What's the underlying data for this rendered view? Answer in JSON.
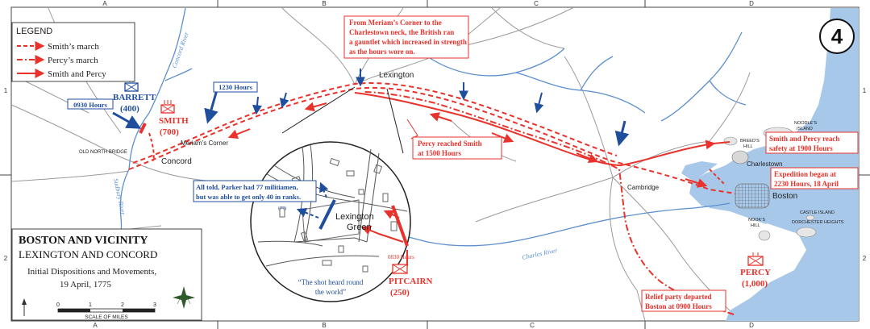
{
  "grid": {
    "columns": [
      "A",
      "B",
      "C",
      "D"
    ],
    "rows": [
      "1",
      "2"
    ]
  },
  "map_number": "4",
  "legend": {
    "title": "LEGEND",
    "items": [
      {
        "label": "Smith’s march",
        "style": "dashed"
      },
      {
        "label": "Percy’s march",
        "style": "dash-dot"
      },
      {
        "label": "Smith and Percy",
        "style": "solid"
      }
    ]
  },
  "title_box": {
    "title": "BOSTON AND VICINITY",
    "subtitle": "LEXINGTON AND CONCORD",
    "line1": "Initial Dispositions and Movements,",
    "line2": "19 April, 1775"
  },
  "scale": {
    "ticks": [
      "0",
      "1",
      "2",
      "3"
    ],
    "label": "SCALE OF MILES"
  },
  "places": {
    "lexington": "Lexington",
    "concord": "Concord",
    "meriams_corner": "Meriam’s Corner",
    "old_north_bridge": "OLD NORTH BRIDGE",
    "cambridge": "Cambridge",
    "charlestown": "Charlestown",
    "boston": "Boston",
    "breeds_hill_1": "BREED’S",
    "breeds_hill_2": "HILL",
    "noodles_island_1": "NOODLE’S",
    "noodles_island_2": "ISLAND",
    "castle_island": "CASTLE ISLAND",
    "dorchester_heights": "DORCHESTER HEIGHTS",
    "nooks_hill_1": "NOOK’S",
    "nooks_hill_2": "HILL",
    "lexington_green_1": "Lexington",
    "lexington_green_2": "Green"
  },
  "rivers": {
    "concord": "Concord   River",
    "sudbury": "Sudbury   River",
    "charles": "Charles   River"
  },
  "units": {
    "barrett_name": "BARRETT",
    "barrett_size": "(400)",
    "smith_name": "SMITH",
    "smith_size": "(700)",
    "parker_name": "PARKER",
    "parker_size": "(77)",
    "pitcairn_name": "PITCAIRN",
    "pitcairn_size": "(250)",
    "percy_name": "PERCY",
    "percy_size": "(1,000)"
  },
  "notes": {
    "gauntlet": [
      "From Meriam’s Corner to the",
      "Charlestown neck, the British ran",
      "a gauntlet which increased in strength",
      "as the hours wore on."
    ],
    "percy_reached": [
      "Percy reached Smith",
      "at 1500 Hours"
    ],
    "safety": [
      "Smith and Percy reach",
      "safety at 1900 Hours"
    ],
    "expedition": [
      "Expedition began at",
      "2230 Hours, 18 April"
    ],
    "relief": [
      "Relief party departed",
      "Boston at 0900 Hours"
    ],
    "parker": [
      "All told, Parker had 77 militiamen,",
      "but was able to get only 40 in ranks."
    ],
    "shot_heard": [
      "“The shot heard round",
      "the world”"
    ],
    "t0930": "0930 Hours",
    "t1230": "1230 Hours",
    "t0830": "0830 Hours"
  },
  "colors": {
    "british": "#e8322b",
    "american": "#1f4e9c",
    "water": "#a8c8ea",
    "river": "#5b8fce",
    "road": "#9a9a9a"
  }
}
